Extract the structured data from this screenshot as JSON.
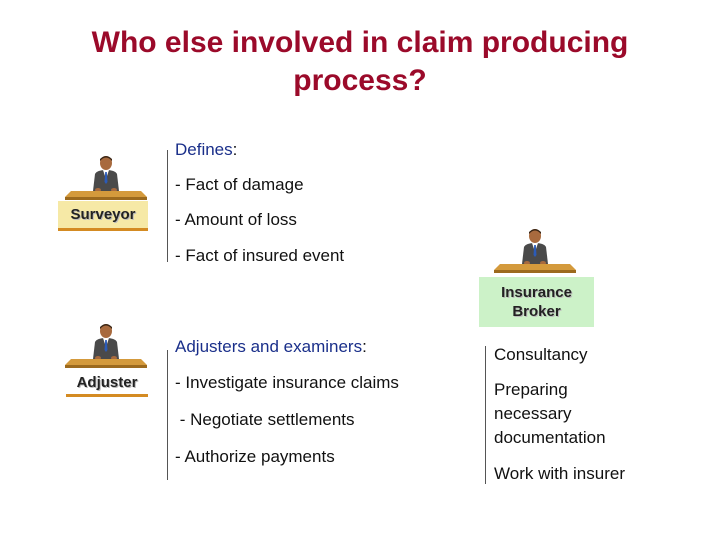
{
  "title": {
    "line1": "Who else involved in claim producing",
    "line2": "process?"
  },
  "colors": {
    "title": "#9b0a2a",
    "accent_text": "#1a2f8a",
    "broker_box": "#ccf2c8",
    "surveyor_box": "#f6e9a6",
    "underline": "#d48b22"
  },
  "icons": [
    "businessman-at-desk-icon"
  ],
  "surveyor": {
    "label": "Surveyor",
    "heading": "Defines",
    "heading_suffix": ":",
    "items": [
      "Fact of damage",
      "Amount of loss",
      "Fact of insured event"
    ],
    "bullet": "-"
  },
  "adjuster": {
    "label": "Adjuster",
    "heading": "Adjusters and examiners",
    "heading_suffix": ":",
    "items": [
      "- Investigate insurance claims",
      " - Negotiate settlements",
      "- Authorize payments"
    ]
  },
  "broker": {
    "label_line1": "Insurance",
    "label_line2": "Broker",
    "items": [
      "Consultancy",
      "Preparing necessary documentation",
      "Work with insurer"
    ]
  }
}
